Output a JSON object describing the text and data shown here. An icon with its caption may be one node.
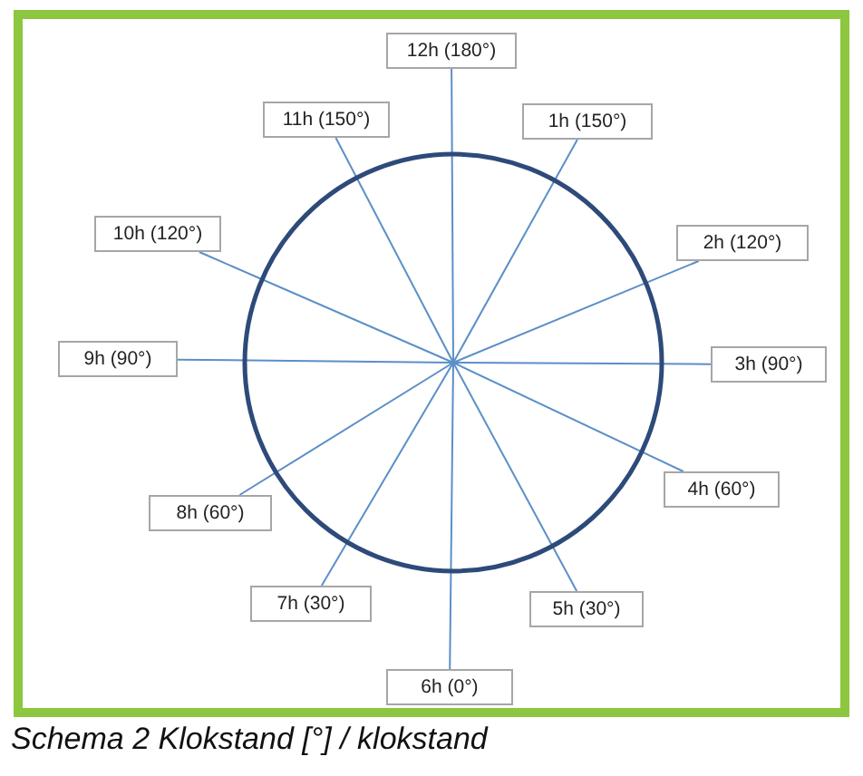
{
  "diagram": {
    "caption": "Schema 2 Klokstand [°] / klokstand",
    "nodes": [
      {
        "text": [
          "12h (180°)"
        ]
      },
      {
        "text": [
          "11h (150°)"
        ]
      },
      {
        "text": [
          "1h (150°)"
        ]
      },
      {
        "text": [
          "10h (120°)"
        ]
      },
      {
        "text": [
          "2h (120°)"
        ]
      },
      {
        "text": [
          "9h (90°)"
        ]
      },
      {
        "text": [
          "3h (90°)"
        ]
      },
      {
        "text": [
          "4h (60°)"
        ]
      },
      {
        "text": [
          "8h (60°)"
        ]
      },
      {
        "text": [
          "7h (30°)"
        ]
      },
      {
        "text": [
          "5h (30°)"
        ]
      },
      {
        "text": [
          "6h (0°)"
        ]
      }
    ],
    "edges": [
      {
        "from": 0,
        "to": null,
        "arrow": "none"
      },
      {
        "from": 1,
        "to": null,
        "arrow": "none"
      },
      {
        "from": 2,
        "to": null,
        "arrow": "none"
      },
      {
        "from": 3,
        "to": null,
        "arrow": "none"
      },
      {
        "from": 4,
        "to": null,
        "arrow": "none"
      },
      {
        "from": 5,
        "to": null,
        "arrow": "none"
      },
      {
        "from": 6,
        "to": null,
        "arrow": "none"
      },
      {
        "from": 7,
        "to": null,
        "arrow": "none"
      },
      {
        "from": 8,
        "to": null,
        "arrow": "none"
      },
      {
        "from": 9,
        "to": null,
        "arrow": "none"
      },
      {
        "from": 10,
        "to": null,
        "arrow": "none"
      },
      {
        "from": 11,
        "to": null,
        "arrow": "none"
      }
    ]
  }
}
